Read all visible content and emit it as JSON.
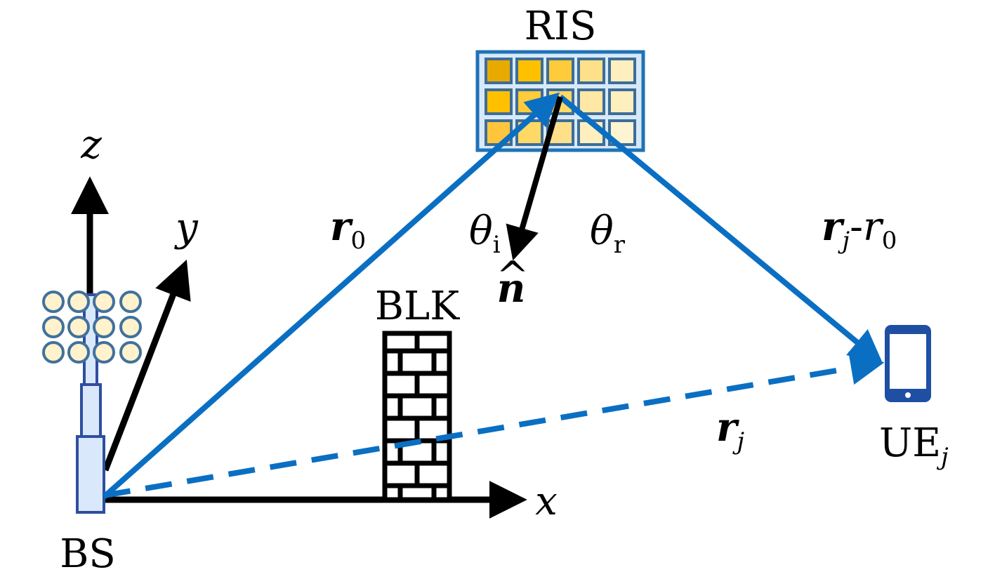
{
  "labels": {
    "ris": "RIS",
    "blk": "BLK",
    "bs": "BS",
    "ue": "UE",
    "ue_sub": "j",
    "axis_x": "x",
    "axis_y": "y",
    "axis_z": "z",
    "r0": "r",
    "r0_sub": "0",
    "rj": "r",
    "rj_sub": "j",
    "rj_minus_r0_a": "r",
    "rj_minus_r0_asub": "j",
    "rj_minus_r0_op": "-",
    "rj_minus_r0_b": "r",
    "rj_minus_r0_bsub": "0",
    "theta_i": "θ",
    "theta_i_sub": "i",
    "theta_r": "θ",
    "theta_r_sub": "r",
    "normal": "n",
    "normal_hat": "^"
  },
  "ris_panel": {
    "rows": 3,
    "cols": 5,
    "cell_colors": [
      [
        "#e8a900",
        "#ffc000",
        "#ffcb3a",
        "#ffe08a",
        "#ffefbe"
      ],
      [
        "#ffc000",
        "#ffcb3a",
        "#ffd865",
        "#ffe7a6",
        "#ffefbe"
      ],
      [
        "#ffc63d",
        "#ffd865",
        "#ffe08a",
        "#ffefbe",
        "#fff4d2"
      ]
    ]
  },
  "colors": {
    "link_blue": "#0a6fc2",
    "panel_border": "#1f73b7",
    "panel_fill": "#d7e9f9",
    "cell_border": "#3d6d97",
    "antenna_fill": "#fff2cc",
    "antenna_border": "#41719c",
    "tower_fill": "#dae8fc",
    "tower_border": "#2f4f9e",
    "phone_blue": "#1f4fa3"
  }
}
